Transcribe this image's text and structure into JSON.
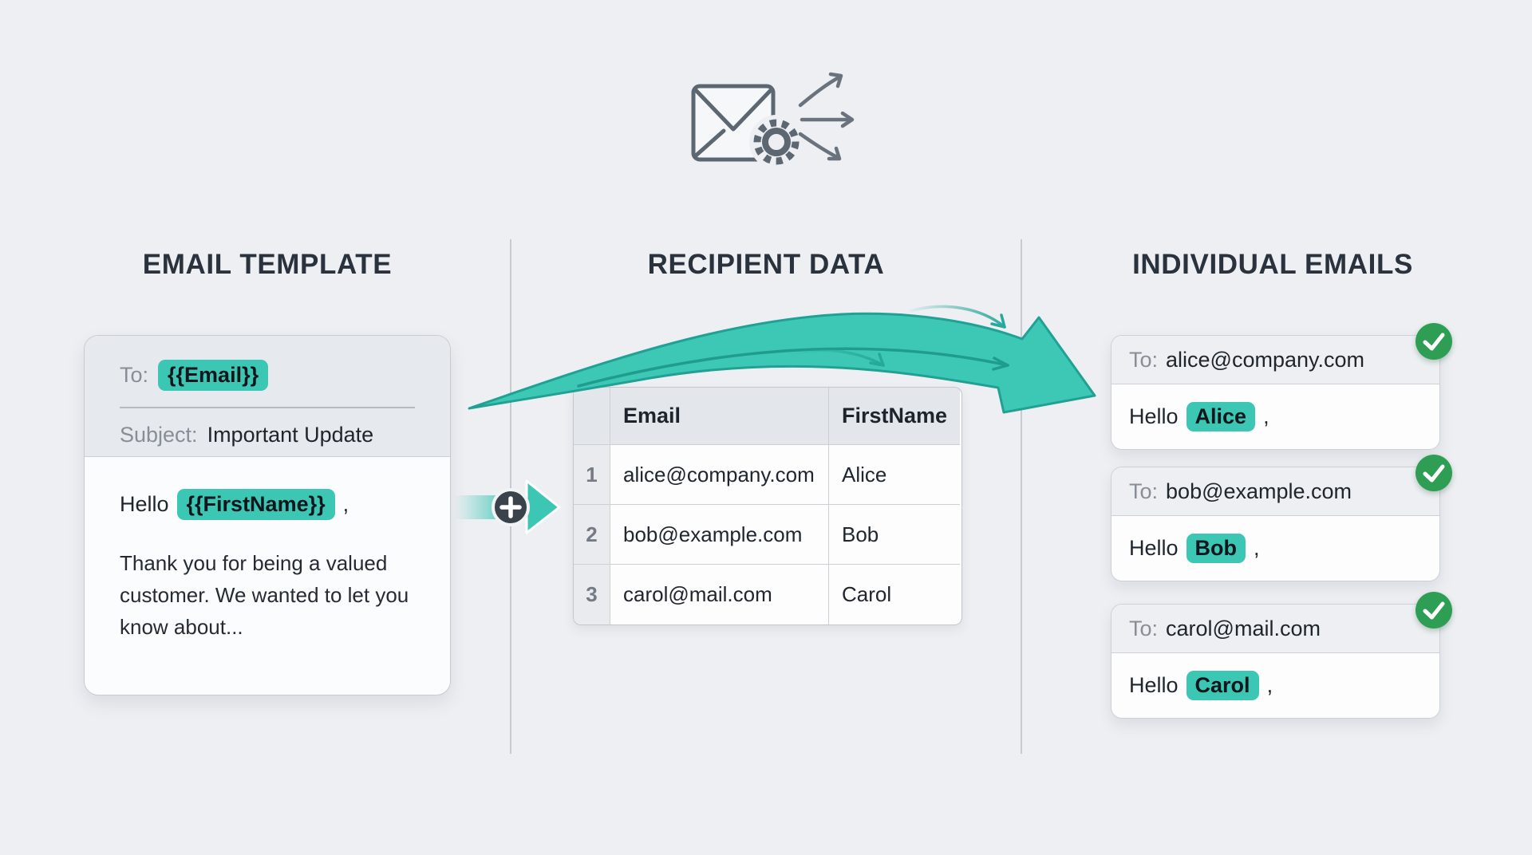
{
  "headings": {
    "template": "EMAIL TEMPLATE",
    "data": "RECIPIENT DATA",
    "emails": "INDIVIDUAL EMAILS"
  },
  "template_card": {
    "to_label": "To:",
    "to_value": "{{Email}}",
    "subject_label": "Subject:",
    "subject_value": "Important Update",
    "greeting_prefix": "Hello",
    "greeting_variable": "{{FirstName}}",
    "greeting_suffix": ",",
    "body_text": "Thank you for being a valued customer. We wanted to let you know about..."
  },
  "recipient_table": {
    "columns": [
      "Email",
      "FirstName"
    ],
    "rows": [
      {
        "num": "1",
        "email": "alice@company.com",
        "first_name": "Alice"
      },
      {
        "num": "2",
        "email": "bob@example.com",
        "first_name": "Bob"
      },
      {
        "num": "3",
        "email": "carol@mail.com",
        "first_name": "Carol"
      }
    ]
  },
  "individual_emails": [
    {
      "to_label": "To:",
      "to_value": "alice@company.com",
      "greeting_prefix": "Hello",
      "name": "Alice",
      "greeting_suffix": ","
    },
    {
      "to_label": "To:",
      "to_value": "bob@example.com",
      "greeting_prefix": "Hello",
      "name": "Bob",
      "greeting_suffix": ","
    },
    {
      "to_label": "To:",
      "to_value": "carol@mail.com",
      "greeting_prefix": "Hello",
      "name": "Carol",
      "greeting_suffix": ","
    }
  ],
  "icons": {
    "hero": "envelope-gear-fanout-icon",
    "merge": "plus-merge-icon",
    "flow": "swoosh-arrow-icon",
    "status": "check-icon"
  },
  "colors": {
    "background": "#edeff3",
    "accent_teal": "#3cc6b4",
    "arrow_stroke_teal": "#21a193",
    "success_green": "#2f9e55",
    "heading_dark": "#2a323e",
    "muted_gray": "#878e97",
    "plus_badge_dark": "#3a424c"
  }
}
